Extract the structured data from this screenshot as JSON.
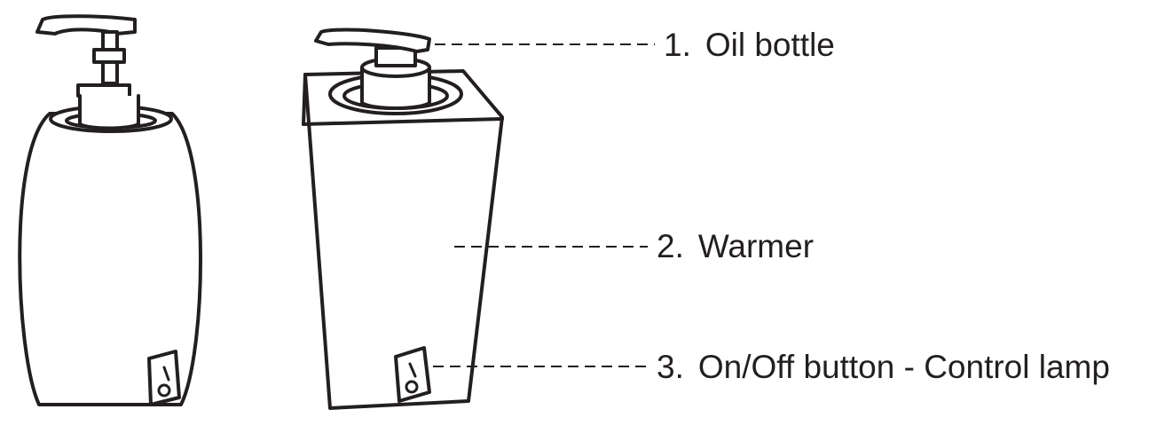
{
  "diagram": {
    "labels": [
      {
        "number": "1.",
        "text": "Oil bottle"
      },
      {
        "number": "2.",
        "text": "Warmer"
      },
      {
        "number": "3.",
        "text": "On/Off button - Control lamp"
      }
    ],
    "colors": {
      "line": "#231f20",
      "background": "#ffffff"
    }
  }
}
